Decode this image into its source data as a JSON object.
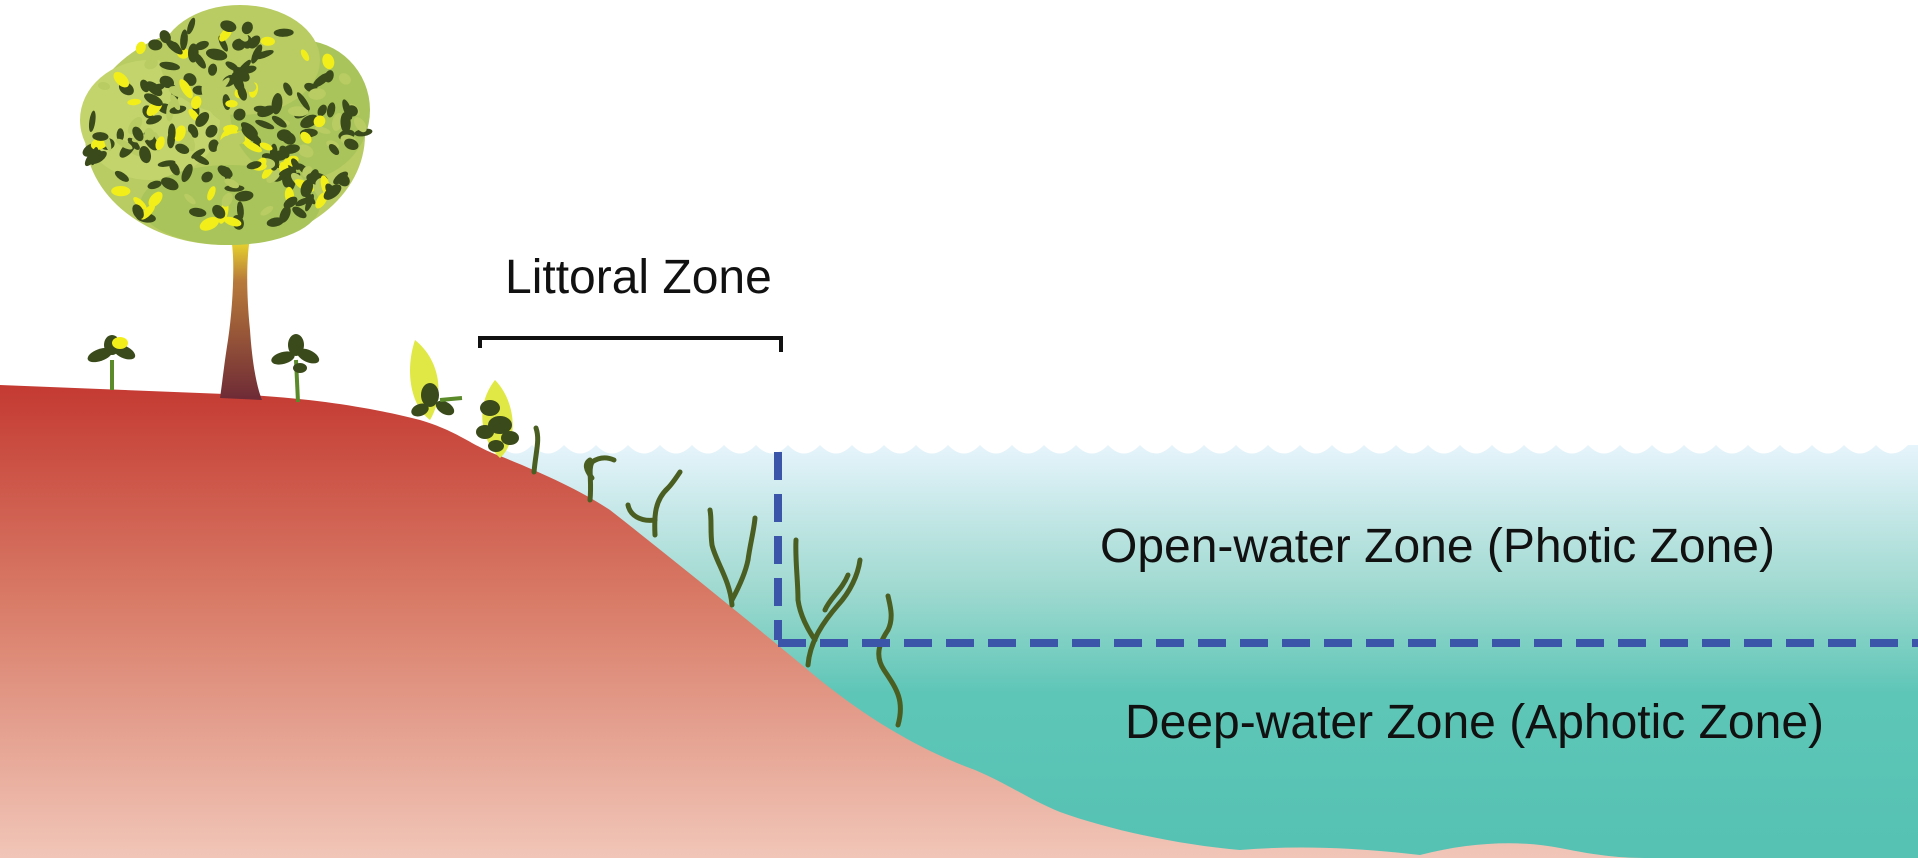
{
  "diagram": {
    "labels": {
      "littoral": "Littoral Zone",
      "open_water": "Open-water Zone (Photic Zone)",
      "deep_water": "Deep-water Zone (Aphotic Zone)"
    },
    "colors": {
      "water_surface": "#e6f4fb",
      "water_mid": "#8fd3c9",
      "water_deep": "#55c2b3",
      "soil_top": "#c43a32",
      "soil_bottom": "#f0c4b6",
      "boundary_dash": "#3b55a8",
      "leaf_dark": "#3a4a1a",
      "leaf_light": "#b8cc63",
      "leaf_yellow": "#f2ee1a",
      "trunk": "#7a2f35",
      "bracket": "#111111"
    }
  }
}
